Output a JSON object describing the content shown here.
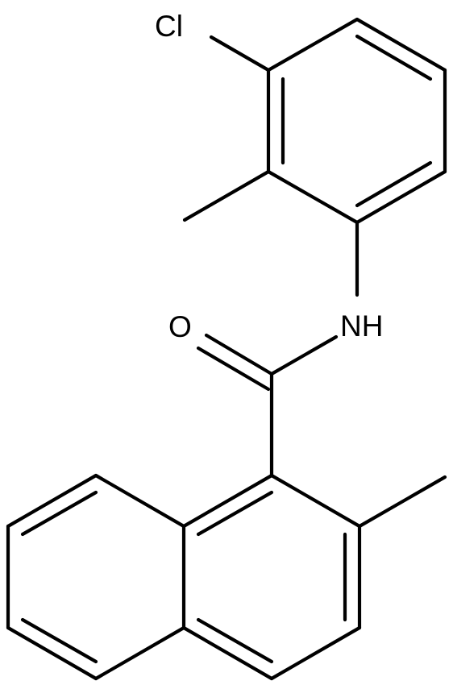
{
  "molecule": {
    "atoms": {
      "chlorine": "Cl",
      "oxygen": "O",
      "amide_nitrogen": "NH"
    },
    "bond_color": "#000000",
    "background": "#ffffff"
  }
}
